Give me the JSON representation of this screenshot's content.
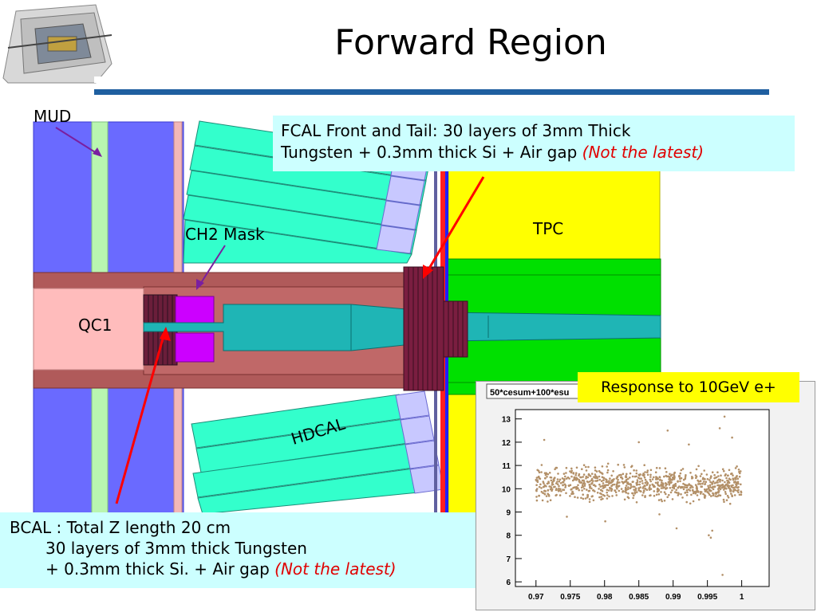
{
  "slide": {
    "title": "Forward Region"
  },
  "labels": {
    "mud": "MUD",
    "ch2_mask": "CH2 Mask",
    "tpc": "TPC",
    "qc1": "QC1",
    "hdcal": "HDCAL"
  },
  "fcal_note": {
    "line1": "FCAL Front and Tail: 30 layers of 3mm Thick",
    "line2": "Tungsten + 0.3mm thick Si + Air gap",
    "flag": "(Not the latest)"
  },
  "bcal_note": {
    "line1": "BCAL : Total Z length 20 cm",
    "line2": "30 layers of 3mm thick Tungsten",
    "line3": "+ 0.3mm   thick Si. + Air gap",
    "flag": "(Not the latest)"
  },
  "response_note": "Response to 10GeV e+",
  "chart_data": {
    "type": "scatter",
    "title": "50*cesum+100*esu",
    "xlim": [
      0.967,
      1.004
    ],
    "ylim": [
      5.8,
      13.4
    ],
    "x_ticks": [
      "0.97",
      "0.975",
      "0.98",
      "0.985",
      "0.99",
      "0.995",
      "1"
    ],
    "y_ticks": [
      "6",
      "7",
      "8",
      "9",
      "10",
      "11",
      "12",
      "13"
    ],
    "band": {
      "x_range": [
        0.97,
        1.0
      ],
      "y_center": 10.2,
      "y_spread": 0.55,
      "n_points": 900
    },
    "outliers": [
      {
        "x": 0.9905,
        "y": 8.3
      },
      {
        "x": 0.9952,
        "y": 8.0
      },
      {
        "x": 0.9955,
        "y": 7.9
      },
      {
        "x": 0.9957,
        "y": 8.2
      },
      {
        "x": 0.9972,
        "y": 6.3
      },
      {
        "x": 0.9986,
        "y": 12.2
      },
      {
        "x": 0.9892,
        "y": 12.5
      },
      {
        "x": 0.9975,
        "y": 13.1
      },
      {
        "x": 0.9712,
        "y": 12.1
      },
      {
        "x": 0.9801,
        "y": 8.6
      },
      {
        "x": 0.985,
        "y": 12.0
      },
      {
        "x": 0.9923,
        "y": 11.9
      },
      {
        "x": 0.9745,
        "y": 8.8
      },
      {
        "x": 0.9968,
        "y": 12.6
      },
      {
        "x": 0.988,
        "y": 8.9
      }
    ],
    "point_color": "#b39068",
    "grid": false
  },
  "colors": {
    "title_rule": "#1f5fa0",
    "note_bg": "#ccffff",
    "response_bg": "#ffff00",
    "arrow_red": "#ff0000",
    "arrow_purple": "#7a1fa0"
  }
}
